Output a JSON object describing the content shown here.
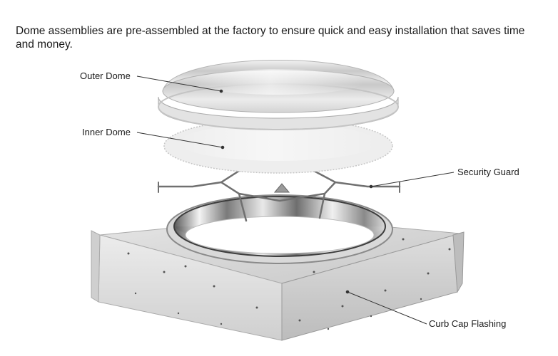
{
  "intro": {
    "text": "Dome assemblies are pre-assembled at the factory to ensure  quick and easy installation that saves time and money."
  },
  "labels": {
    "outer_dome": "Outer Dome",
    "inner_dome": "Inner Dome",
    "security_guard": "Security Guard",
    "curb_cap_flashing": "Curb Cap Flashing"
  }
}
